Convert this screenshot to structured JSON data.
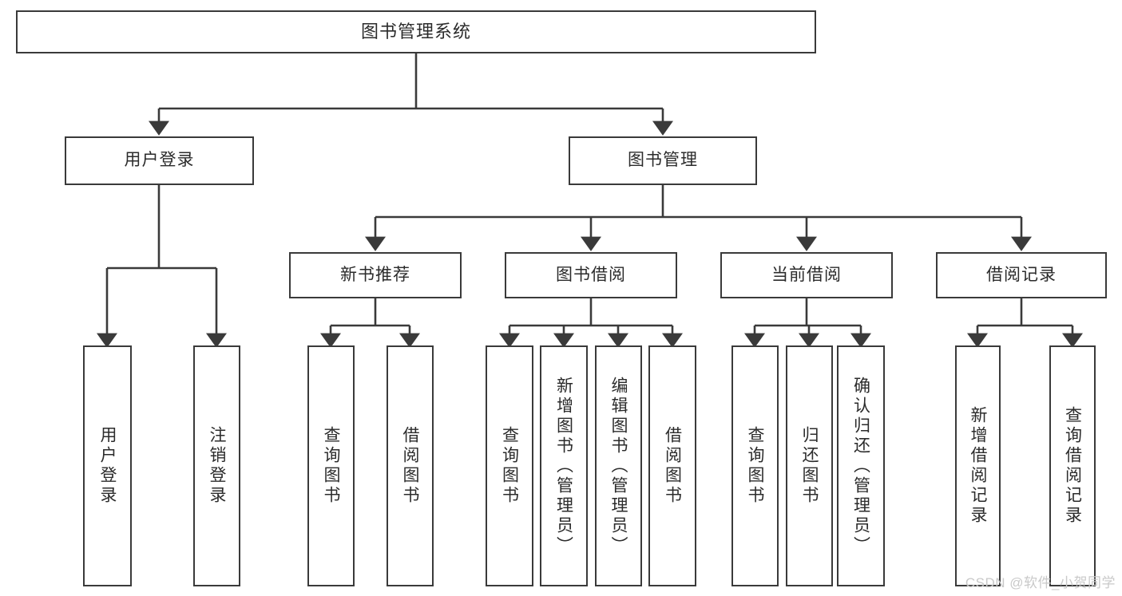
{
  "diagram": {
    "type": "hierarchy-tree",
    "title_node": {
      "id": "root",
      "label": "图书管理系统"
    },
    "level2": [
      {
        "id": "user-login",
        "label": "用户登录"
      },
      {
        "id": "book-manage",
        "label": "图书管理"
      }
    ],
    "level3": [
      {
        "id": "new-book-rec",
        "label": "新书推荐",
        "parent": "book-manage"
      },
      {
        "id": "book-borrow",
        "label": "图书借阅",
        "parent": "book-manage"
      },
      {
        "id": "current-borrow",
        "label": "当前借阅",
        "parent": "book-manage"
      },
      {
        "id": "borrow-record",
        "label": "借阅记录",
        "parent": "book-manage"
      }
    ],
    "leaves": [
      {
        "id": "leaf-user-login",
        "label": "用户登录",
        "parent": "user-login"
      },
      {
        "id": "leaf-logout",
        "label": "注销登录",
        "parent": "user-login"
      },
      {
        "id": "leaf-query-book-1",
        "label": "查询图书",
        "parent": "new-book-rec"
      },
      {
        "id": "leaf-borrow-book-1",
        "label": "借阅图书",
        "parent": "new-book-rec"
      },
      {
        "id": "leaf-query-book-2",
        "label": "查询图书",
        "parent": "book-borrow"
      },
      {
        "id": "leaf-add-book",
        "label": "新增图书（管理员）",
        "parent": "book-borrow"
      },
      {
        "id": "leaf-edit-book",
        "label": "编辑图书（管理员）",
        "parent": "book-borrow"
      },
      {
        "id": "leaf-borrow-book-2",
        "label": "借阅图书",
        "parent": "book-borrow"
      },
      {
        "id": "leaf-query-book-3",
        "label": "查询图书",
        "parent": "current-borrow"
      },
      {
        "id": "leaf-return-book",
        "label": "归还图书",
        "parent": "current-borrow"
      },
      {
        "id": "leaf-confirm-return",
        "label": "确认归还（管理员）",
        "parent": "current-borrow"
      },
      {
        "id": "leaf-add-record",
        "label": "新增借阅记录",
        "parent": "borrow-record"
      },
      {
        "id": "leaf-query-record",
        "label": "查询借阅记录",
        "parent": "borrow-record"
      }
    ],
    "colors": {
      "box_border": "#3a3a3a",
      "box_fill": "#ffffff",
      "connector": "#3a3a3a",
      "text": "#2b2b2b",
      "watermark": "#c9c9c9"
    }
  },
  "watermark": {
    "text": "CSDN @软件_小贺同学"
  }
}
